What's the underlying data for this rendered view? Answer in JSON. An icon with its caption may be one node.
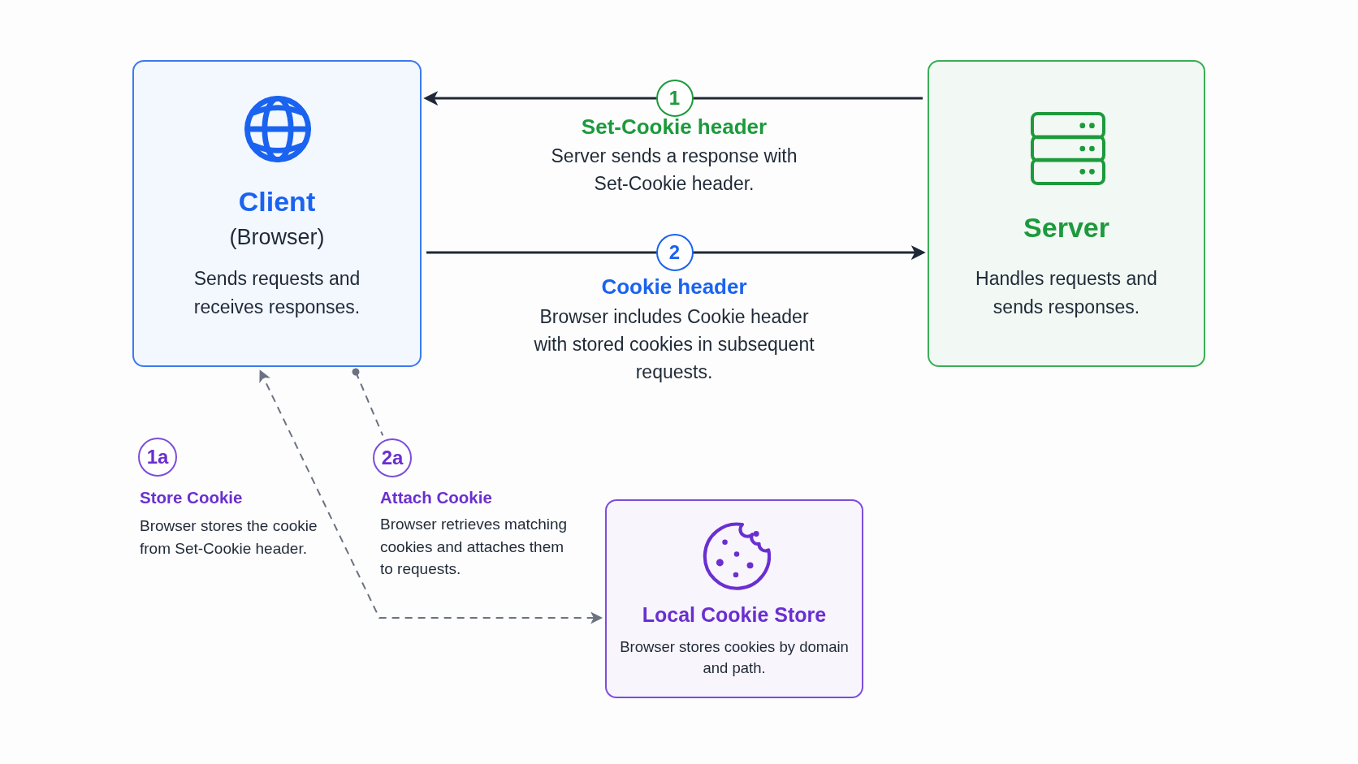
{
  "diagram": {
    "nodes": [
      {
        "text": [
          "Client",
          "(Browser)",
          "Sends requests and receives responses."
        ]
      },
      {
        "text": [
          "Server",
          "Handles requests and sends responses."
        ]
      },
      {
        "text": [
          "1a"
        ],
        "beside": [
          "Store Cookie",
          "Browser stores the cookie from Set-Cookie header."
        ]
      },
      {
        "text": [
          "2a"
        ],
        "beside": [
          "Attach Cookie",
          "Browser retrieves matching cookies and attaches them to requests."
        ]
      },
      {
        "text": [
          "Local Cookie Store",
          "Browser stores cookies by domain and path."
        ]
      }
    ],
    "edges": [
      {
        "from": 1,
        "to": 0,
        "arrow": "to",
        "label": "1"
      },
      {
        "from": 0,
        "to": 1,
        "arrow": "to",
        "label": "2"
      },
      {
        "from": 0,
        "to": 4,
        "arrow": "both",
        "style": "dashed",
        "color": "#6b7280"
      },
      {
        "from": 0,
        "to": 3,
        "arrow": "other",
        "style": "dashed",
        "color": "#6b7280"
      }
    ],
    "labels": [
      "Set-Cookie header",
      "Server sends a response with Set-Cookie header.",
      "Cookie header",
      "Browser includes Cookie header with stored cookies in subsequent requests."
    ]
  }
}
